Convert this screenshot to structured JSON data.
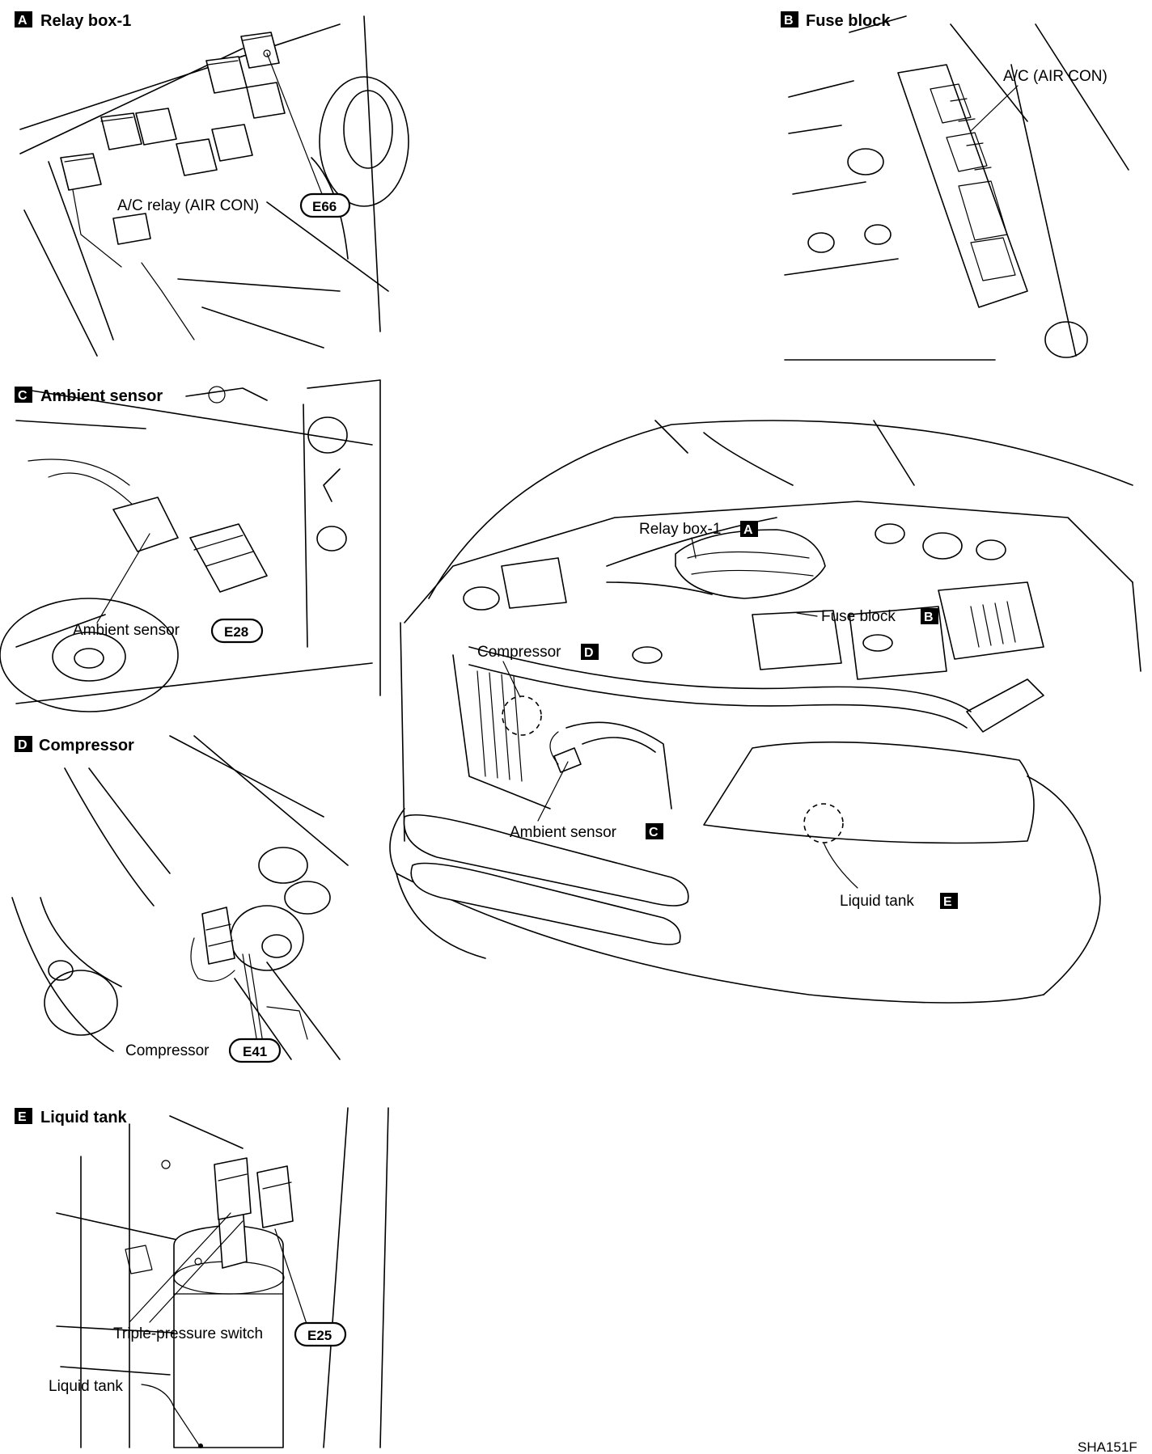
{
  "panels": {
    "a": {
      "badge": "A",
      "title": "Relay box-1",
      "callout": "A/C relay (AIR CON)",
      "connector": "E66"
    },
    "b": {
      "badge": "B",
      "title": "Fuse block",
      "callout": "A/C (AIR CON)"
    },
    "c": {
      "badge": "C",
      "title": "Ambient sensor",
      "callout": "Ambient sensor",
      "connector": "E28"
    },
    "d": {
      "badge": "D",
      "title": "Compressor",
      "callout": "Compressor",
      "connector": "E41"
    },
    "e": {
      "badge": "E",
      "title": "Liquid tank",
      "callout": "Triple-pressure switch",
      "connector": "E25",
      "callout2": "Liquid tank"
    }
  },
  "overview": {
    "relay_box": {
      "label": "Relay box-1",
      "badge": "A"
    },
    "fuse_block": {
      "label": "Fuse block",
      "badge": "B"
    },
    "compressor": {
      "label": "Compressor",
      "badge": "D"
    },
    "ambient_sensor": {
      "label": "Ambient sensor",
      "badge": "C"
    },
    "liquid_tank": {
      "label": "Liquid tank",
      "badge": "E"
    }
  },
  "figure_code": "SHA151F"
}
